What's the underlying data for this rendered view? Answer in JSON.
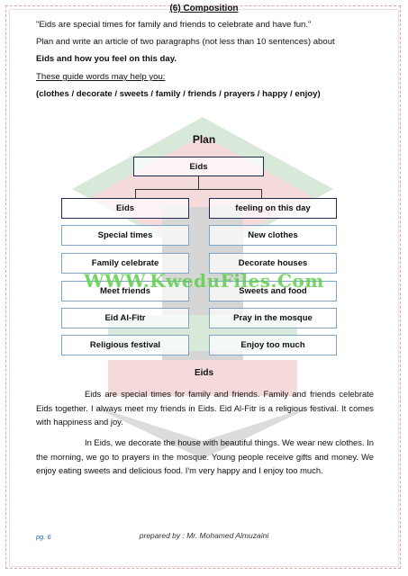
{
  "heading": "(6) Composition",
  "prompt": {
    "quote": "\"Eids are special times for family and friends to celebrate and have fun.\"",
    "instruction": "Plan and write an article of two paragraphs (not less than 10 sentences) about",
    "topic": "Eids and how you feel on this day.",
    "guide_label": "These guide words may help you:",
    "guide_words": "(clothes / decorate / sweets / family / friends / prayers / happy / enjoy)"
  },
  "plan": {
    "title": "Plan",
    "root": "Eids",
    "left_header": "Eids",
    "right_header": "feeling on this day",
    "left_items": [
      "Special times",
      "Family celebrate",
      "Meet friends",
      "Eid Al-Fitr",
      "Religious festival"
    ],
    "right_items": [
      "New clothes",
      "Decorate houses",
      "Sweets and food",
      "Pray in the mosque",
      "Enjoy too much"
    ]
  },
  "watermark": "WWW.KweduFiles.Com",
  "article": {
    "title": "Eids",
    "p1": "Eids are special times for family and friends. Family and friends celebrate Eids together. I always meet my friends in Eids. Eid Al-Fitr is a religious festival. It comes with happiness and joy.",
    "p2": "In Eids, we decorate the house with beautiful things. We wear new clothes. In the morning, we go to prayers in the mosque. Young people receive gifts and money. We enjoy eating sweets and delicious food. I'm very happy and I enjoy too much."
  },
  "footer": {
    "page": "pg. 6",
    "prepared_by": "prepared by : Mr. Mohamed Almuzaini"
  },
  "colors": {
    "box_dark": "#1f2a55",
    "box_light": "#7fa6c9",
    "watermark": "#5fcf4a"
  }
}
